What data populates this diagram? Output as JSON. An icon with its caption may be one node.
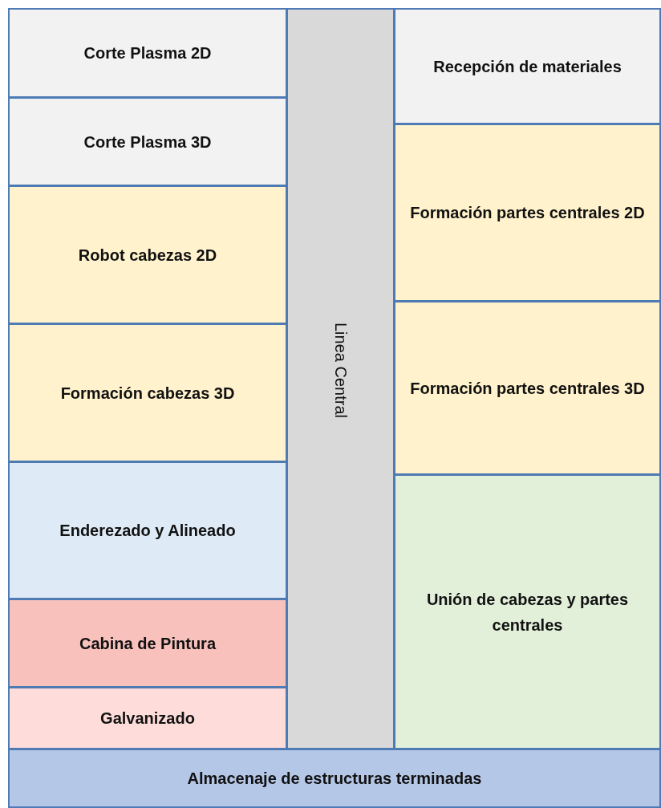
{
  "diagram": {
    "nodes": [
      {
        "text": [
          "Corte Plasma 2D"
        ]
      },
      {
        "text": [
          "Corte Plasma 3D"
        ]
      },
      {
        "text": [
          "Robot cabezas 2D"
        ]
      },
      {
        "text": [
          "Formación cabezas 3D"
        ]
      },
      {
        "text": [
          "Enderezado y Alineado"
        ]
      },
      {
        "text": [
          "Cabina de Pintura"
        ]
      },
      {
        "text": [
          "Galvanizado"
        ]
      },
      {
        "text": [
          "Linea Central"
        ]
      },
      {
        "text": [
          "Recepción de materiales"
        ]
      },
      {
        "text": [
          "Formación partes centrales 2D"
        ]
      },
      {
        "text": [
          "Formación partes centrales 3D"
        ]
      },
      {
        "text": [
          "Unión de cabezas y partes centrales"
        ]
      },
      {
        "text": [
          "Almacenaje de estructuras terminadas"
        ]
      }
    ]
  }
}
